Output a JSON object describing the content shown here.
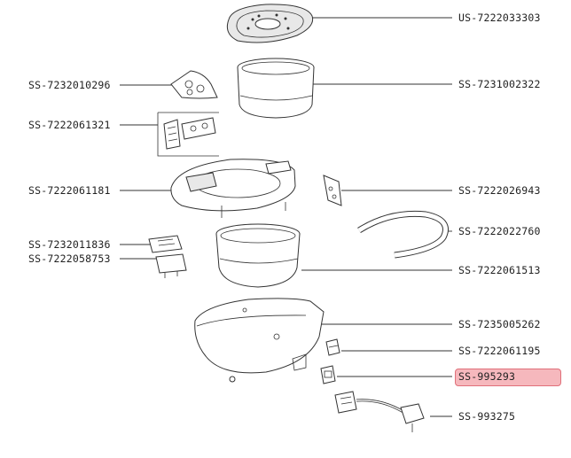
{
  "diagram": {
    "highlight_color": "#f6b8bd",
    "labels_left": [
      {
        "id": "lid-plate",
        "text": "SS-7232010296"
      },
      {
        "id": "hinge-parts",
        "text": "SS-7222061321"
      },
      {
        "id": "top-frame",
        "text": "SS-7222061181"
      },
      {
        "id": "panel-a",
        "text": "SS-7232011836"
      },
      {
        "id": "panel-b",
        "text": "SS-7222058753"
      }
    ],
    "labels_right": [
      {
        "id": "inner-lid",
        "text": "US-7222033303"
      },
      {
        "id": "inner-pot",
        "text": "SS-7231002322"
      },
      {
        "id": "bracket",
        "text": "SS-7222026943"
      },
      {
        "id": "gasket",
        "text": "SS-7222022760"
      },
      {
        "id": "heating-bowl",
        "text": "SS-7222061513"
      },
      {
        "id": "housing",
        "text": "SS-7235005262"
      },
      {
        "id": "switch",
        "text": "SS-7222061195"
      },
      {
        "id": "socket",
        "text": "SS-995293",
        "highlighted": true
      },
      {
        "id": "power-cord",
        "text": "SS-993275"
      }
    ]
  }
}
